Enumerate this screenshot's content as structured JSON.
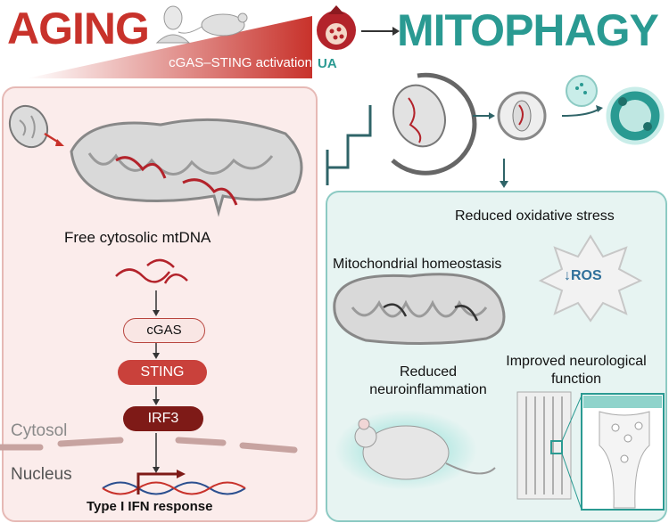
{
  "header": {
    "left_title": "AGING",
    "right_title": "MITOPHAGY",
    "gradient_label": "cGAS–STING activation",
    "compound_label": "UA"
  },
  "left_panel": {
    "mtdna_label": "Free cytosolic mtDNA",
    "cgas": "cGAS",
    "sting": "STING",
    "irf3": "IRF3",
    "cytosol": "Cytosol",
    "nucleus": "Nucleus",
    "ifn_response": "Type I IFN response"
  },
  "right_panel": {
    "oxidative": "Reduced oxidative stress",
    "ros": "↓ROS",
    "homeostasis": "Mitochondrial homeostasis",
    "neuroinflammation_1": "Reduced",
    "neuroinflammation_2": "neuroinflammation",
    "neurological_1": "Improved neurological",
    "neurological_2": "function"
  },
  "colors": {
    "red": "#c8322b",
    "dark_red": "#7e1a17",
    "teal": "#2a9a92",
    "left_panel_bg": "#fbeceb",
    "right_panel_bg": "#e7f4f2"
  }
}
